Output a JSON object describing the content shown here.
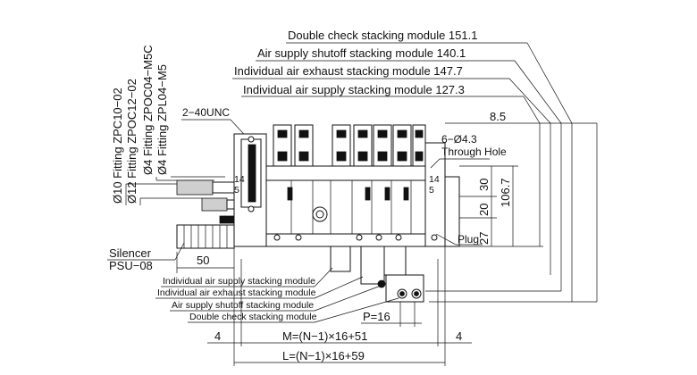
{
  "labels_top": {
    "double_check": "Double check stacking module 151.1",
    "air_shutoff": "Air supply shutoff stacking module 140.1",
    "exhaust": "Individual air exhaust stacking module 147.7",
    "supply": "Individual air supply stacking module 127.3"
  },
  "fittings": {
    "f1": "Ø10 Fitting ZPC10−02",
    "f2": "Ø12 Fitting ZPOC12−02",
    "f3": "Ø4 Fitting ZPOC04−M5C",
    "f4": "Ø4 Fitting ZPL04−M5"
  },
  "thread": "2−40UNC",
  "hole": {
    "count": "6−Ø4.3",
    "type": "Through Hole"
  },
  "dims": {
    "d85": "8.5",
    "d30": "30",
    "d1067": "106.7",
    "d20": "20",
    "d27": "27",
    "d50": "50",
    "d4l": "4",
    "d4r": "4",
    "pitch": "P=16",
    "m": "M=(N−1)×16+51",
    "l": "L=(N−1)×16+59"
  },
  "plug": "Plug",
  "silencer": {
    "name": "Silencer",
    "model": "PSU−08"
  },
  "labels_bottom": {
    "supply": "Individual air supply stacking module",
    "exhaust": "Individual air exhaust stacking module",
    "shutoff": "Air supply shutoff stacking module",
    "check": "Double check stacking module"
  },
  "port_marks": {
    "p14_left": "14",
    "p5_left": "5",
    "p14_right": "14",
    "p5_right": "5"
  }
}
